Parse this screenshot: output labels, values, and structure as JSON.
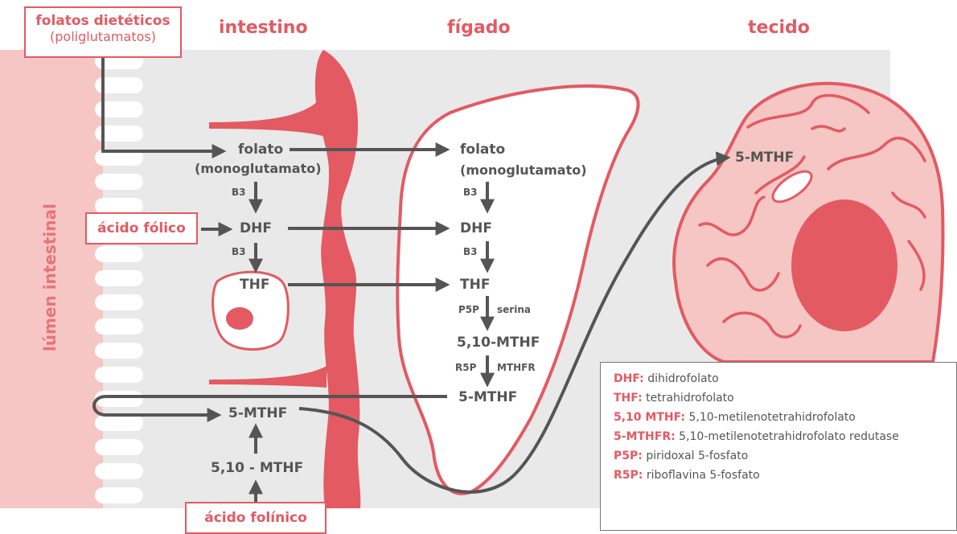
{
  "headers": {
    "intestine": "intestino",
    "liver": "fígado",
    "tissue": "tecido"
  },
  "lumen_label": "lúmen intestinal",
  "dietary_folates": {
    "line1": "folatos dietéticos",
    "line2": "(poliglutamatos)"
  },
  "folic_acid": "ácido fólico",
  "folinic_acid": "ácido folínico",
  "intestine": {
    "folato": "folato",
    "monoglutamato": "(monoglutamato)",
    "b3_a": "B3",
    "dhf": "DHF",
    "b3_b": "B3",
    "thf": "THF",
    "mthf": "5-MTHF",
    "mthf_510": "5,10 - MTHF"
  },
  "liver": {
    "folato": "folato",
    "monoglutamato": "(monoglutamato)",
    "b3_a": "B3",
    "dhf": "DHF",
    "b3_b": "B3",
    "thf": "THF",
    "p5p": "P5P",
    "serina": "serina",
    "mthf_510": "5,10-MTHF",
    "r5p": "R5P",
    "mthfr": "MTHFR",
    "mthf": "5-MTHF"
  },
  "tissue": {
    "mthf": "5-MTHF"
  },
  "legend": [
    {
      "key": "DHF:",
      "text": "dihidrofolato"
    },
    {
      "key": "THF:",
      "text": "tetrahidrofolato"
    },
    {
      "key": "5,10 MTHF:",
      "text": "5,10-metilenotetrahidrofolato"
    },
    {
      "key": "5-MTHFR:",
      "text": "5,10-metilenotetrahidrofolato redutase"
    },
    {
      "key": "P5P:",
      "text": "piridoxal 5-fosfato"
    },
    {
      "key": "R5P:",
      "text": "riboflavina 5-fosfato"
    }
  ],
  "colors": {
    "accent": "#e35a62",
    "pink_light": "#f5c6c3",
    "grey_bg": "#e9e9e9",
    "arrow": "#555555"
  }
}
